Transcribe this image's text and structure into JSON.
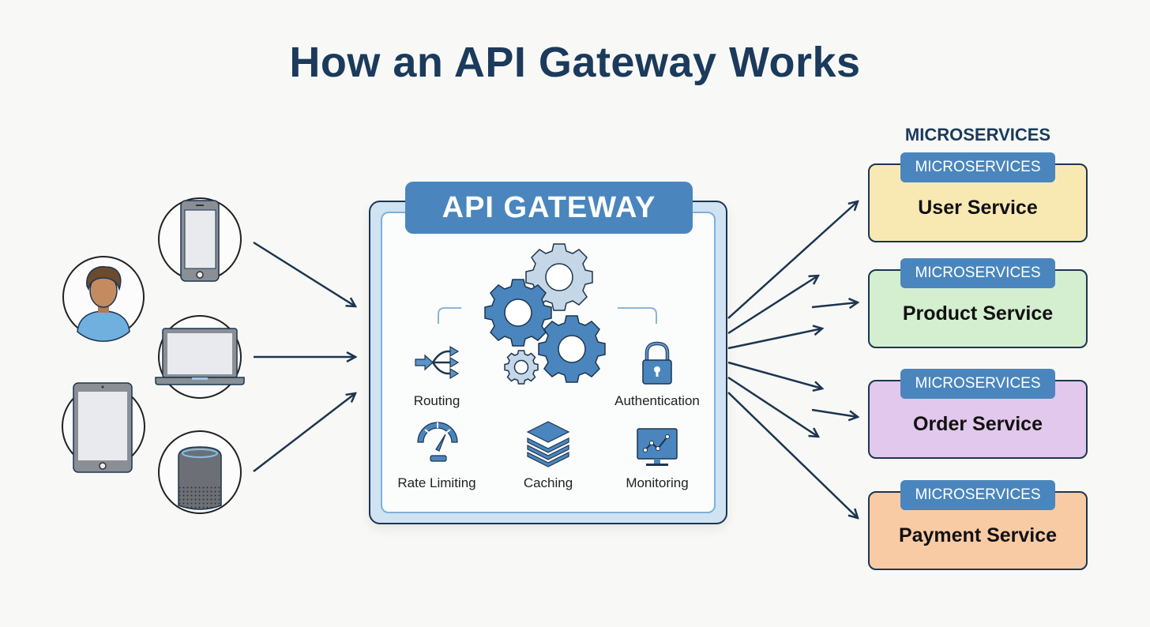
{
  "title": "How an API Gateway Works",
  "clients": [
    {
      "name": "user",
      "icon": "user-icon"
    },
    {
      "name": "smartphone",
      "icon": "smartphone-icon"
    },
    {
      "name": "laptop",
      "icon": "laptop-icon"
    },
    {
      "name": "tablet",
      "icon": "tablet-icon"
    },
    {
      "name": "smart-speaker",
      "icon": "smart-speaker-icon"
    }
  ],
  "gateway": {
    "header": "API GATEWAY",
    "features": [
      {
        "label": "Routing",
        "icon": "routing-icon"
      },
      {
        "label": "Authentication",
        "icon": "lock-icon"
      },
      {
        "label": "Rate Limiting",
        "icon": "gauge-icon"
      },
      {
        "label": "Caching",
        "icon": "layers-icon"
      },
      {
        "label": "Monitoring",
        "icon": "monitor-chart-icon"
      }
    ],
    "center_icon": "gears-icon"
  },
  "microservices": {
    "heading": "MICROSERVICES",
    "services": [
      {
        "tag": "MICROSERVICES",
        "name": "User Service",
        "color": "#f8e9b3"
      },
      {
        "tag": "MICROSERVICES",
        "name": "Product Service",
        "color": "#d4eed0"
      },
      {
        "tag": "MICROSERVICES",
        "name": "Order Service",
        "color": "#e2c8ec"
      },
      {
        "tag": "MICROSERVICES",
        "name": "Payment Service",
        "color": "#f9cba4"
      }
    ]
  },
  "colors": {
    "title": "#1b3a5c",
    "accent": "#4a86bd",
    "arrow": "#1d3550"
  }
}
